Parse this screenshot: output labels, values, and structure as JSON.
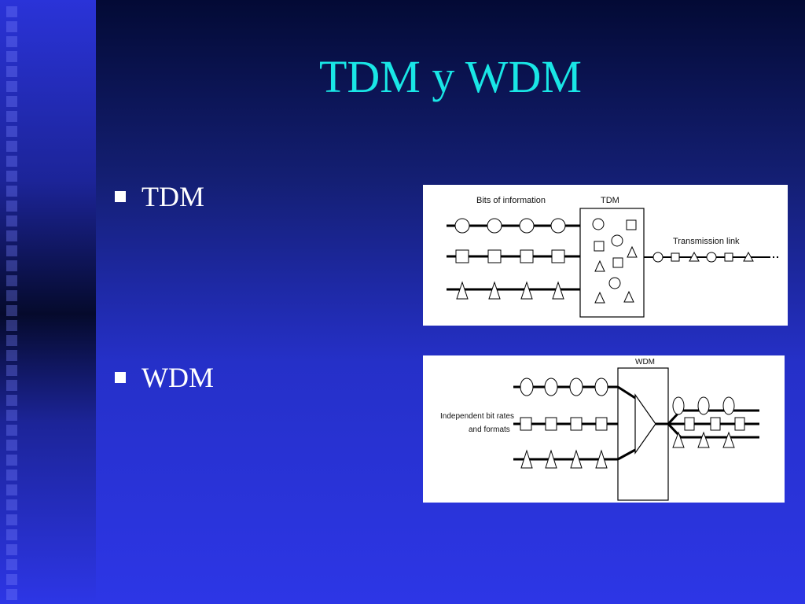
{
  "slide": {
    "title": "TDM y WDM",
    "bullets": [
      {
        "label": "TDM"
      },
      {
        "label": "WDM"
      }
    ]
  },
  "diagrams": {
    "tdm": {
      "bits_label": "Bits of information",
      "mux_label": "TDM",
      "link_label": "Transmission link"
    },
    "wdm": {
      "mux_label": "WDM",
      "side_label_line1": "Independent bit rates",
      "side_label_line2": "and formats"
    }
  },
  "colors": {
    "title": "#19e6e6",
    "text": "#ffffff",
    "panel": "#ffffff"
  }
}
